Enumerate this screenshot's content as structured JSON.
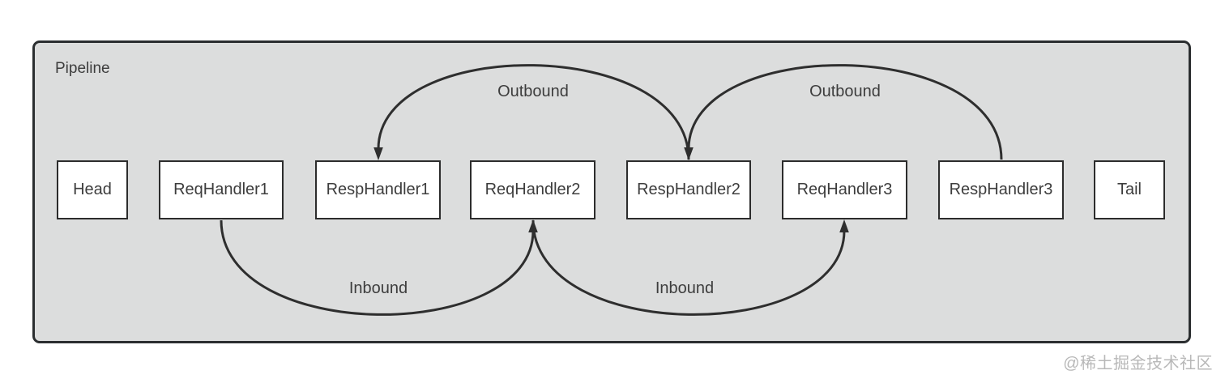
{
  "diagram": {
    "title": "Pipeline",
    "nodes": [
      {
        "label": "Head"
      },
      {
        "label": "ReqHandler1"
      },
      {
        "label": "RespHandler1"
      },
      {
        "label": "ReqHandler2"
      },
      {
        "label": "RespHandler2"
      },
      {
        "label": "ReqHandler3"
      },
      {
        "label": "RespHandler3"
      },
      {
        "label": "Tail"
      }
    ],
    "edges": [
      {
        "label": "Outbound",
        "from": "RespHandler2",
        "to": "RespHandler1",
        "side": "top"
      },
      {
        "label": "Outbound",
        "from": "RespHandler3",
        "to": "RespHandler2",
        "side": "top"
      },
      {
        "label": "Inbound",
        "from": "ReqHandler1",
        "to": "ReqHandler2",
        "side": "bottom"
      },
      {
        "label": "Inbound",
        "from": "ReqHandler2",
        "to": "ReqHandler3",
        "side": "bottom"
      }
    ],
    "colors": {
      "container_fill": "#dcdddd",
      "line": "#2e2e2e",
      "node_fill": "#ffffff",
      "node_border": "#2c2c2c",
      "text": "#3d3d3d",
      "watermark": "#b8b8b8"
    }
  },
  "watermark": {
    "text": "@稀土掘金技术社区"
  }
}
